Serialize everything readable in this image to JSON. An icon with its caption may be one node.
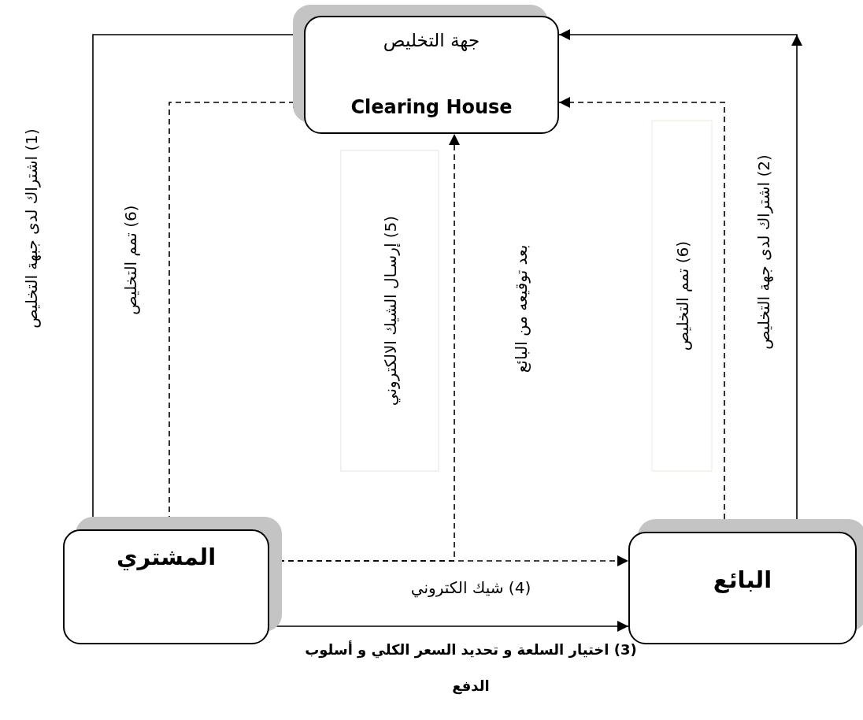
{
  "diagram": {
    "nodes": [
      {
        "text": [
          "جهة التخليص",
          "Clearing House"
        ]
      },
      {
        "text": [
          "المشتري"
        ]
      },
      {
        "text": [
          "البائع"
        ]
      }
    ],
    "edges": [
      {
        "from": 1,
        "to": 0,
        "arrow": "both",
        "label": "(1) اشتراك لدى جبهة التخليص"
      },
      {
        "from": 0,
        "to": 1,
        "arrow": "both",
        "style": "dashed",
        "label": "(6) تمم التخليص"
      },
      {
        "from": 2,
        "to": 0,
        "arrow": "to",
        "label": "(2) اشتراك لدى جهة التخليص"
      },
      {
        "from": 0,
        "to": 2,
        "arrow": "both",
        "style": "dashed",
        "label": "(6) تمم التخليص"
      },
      {
        "from": 1,
        "to": 2,
        "arrow": "to",
        "style": "dashed",
        "label": "(4) شيك الكتروني"
      },
      {
        "from": 1,
        "to": 0,
        "arrow": "to",
        "style": "dashed",
        "label": "(5) إرسـال الشيك الالكتروني"
      },
      {
        "from": 1,
        "to": 2,
        "arrow": "to",
        "label": "(3) اختيار السلعة و تحديد السعر الكلي و أسلوب الدفع"
      }
    ],
    "labels": [
      "بعد توقيعه من البائع"
    ]
  }
}
